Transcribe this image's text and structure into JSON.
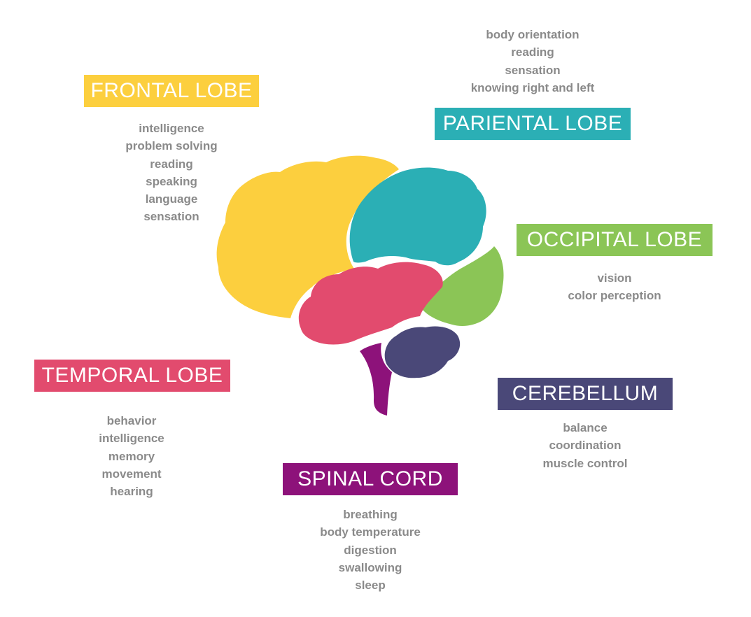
{
  "colors": {
    "frontal": "#fccf3e",
    "parietal": "#2bafb5",
    "occipital": "#8bc556",
    "temporal": "#e24b6e",
    "cerebellum": "#4a4878",
    "spinal": "#8d127a",
    "text": "#8a8a8a"
  },
  "regions": {
    "frontal": {
      "title": "FRONTAL LOBE",
      "functions": [
        "intelligence",
        "problem solving",
        "reading",
        "speaking",
        "language",
        "sensation"
      ]
    },
    "parietal": {
      "title": "PARIENTAL LOBE",
      "functions": [
        "body orientation",
        "reading",
        "sensation",
        "knowing right and left"
      ]
    },
    "occipital": {
      "title": "OCCIPITAL LOBE",
      "functions": [
        "vision",
        "color perception"
      ]
    },
    "temporal": {
      "title": "TEMPORAL LOBE",
      "functions": [
        "behavior",
        "intelligence",
        "memory",
        "movement",
        "hearing"
      ]
    },
    "cerebellum": {
      "title": "CEREBELLUM",
      "functions": [
        "balance",
        "coordination",
        "muscle control"
      ]
    },
    "spinal": {
      "title": "SPINAL CORD",
      "functions": [
        "breathing",
        "body temperature",
        "digestion",
        "swallowing",
        "sleep"
      ]
    }
  }
}
